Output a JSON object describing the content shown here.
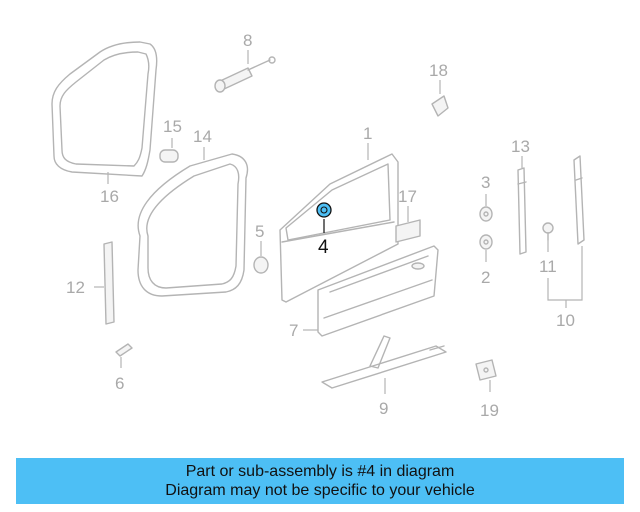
{
  "highlight": {
    "part_number": "4",
    "color": "#4dbff5"
  },
  "callouts": {
    "c1": "1",
    "c2": "2",
    "c3": "3",
    "c4": "4",
    "c5": "5",
    "c6": "6",
    "c7": "7",
    "c8": "8",
    "c9": "9",
    "c10": "10",
    "c11": "11",
    "c12": "12",
    "c13": "13",
    "c14": "14",
    "c15": "15",
    "c16": "16",
    "c17": "17",
    "c18": "18",
    "c19": "19"
  },
  "banner": {
    "line1": "Part or sub-assembly is #4 in diagram",
    "line2": "Diagram may not be specific to your vehicle",
    "color": "#4dbff5"
  }
}
